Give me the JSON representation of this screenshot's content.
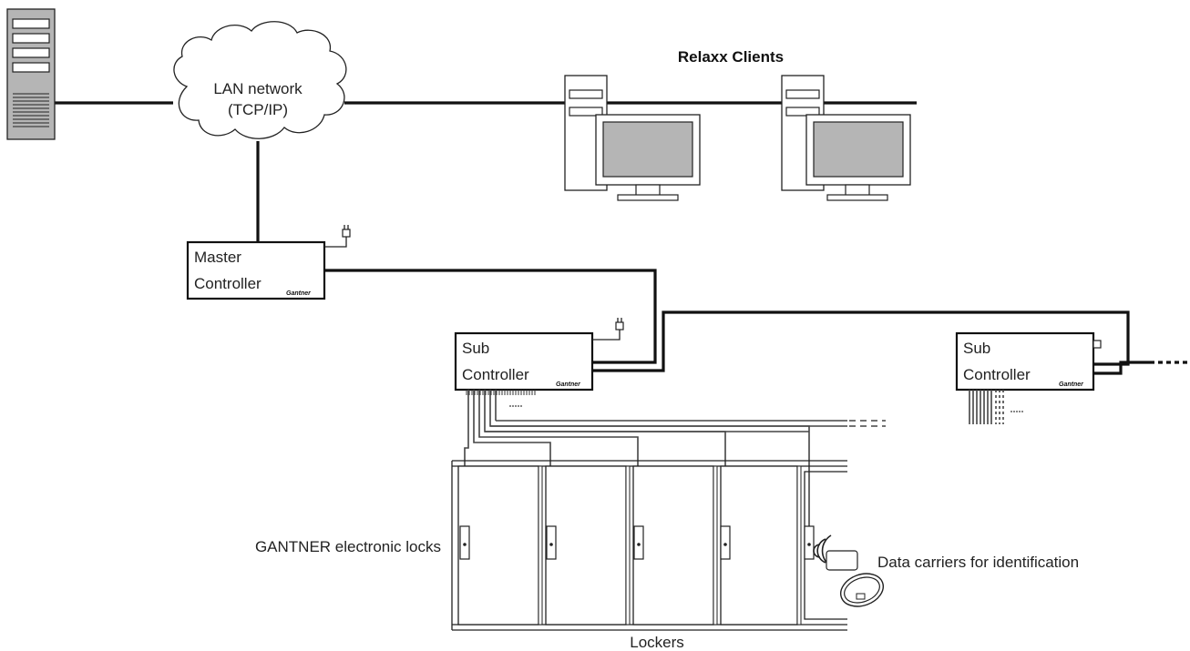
{
  "labels": {
    "lan_line1": "LAN network",
    "lan_line2": "(TCP/IP)",
    "clients": "Relaxx Clients",
    "master_line1": "Master",
    "master_line2": "Controller",
    "sub1_line1": "Sub",
    "sub1_line2": "Controller",
    "sub2_line1": "Sub",
    "sub2_line2": "Controller",
    "brand": "Gantner",
    "locks": "GANTNER electronic locks",
    "carriers": "Data carriers for identification",
    "lockers": "Lockers"
  },
  "icons": {
    "server": "server-tower-icon",
    "client_pc": "desktop-computer-icon",
    "power_plug": "power-plug-icon",
    "lock": "electronic-lock-icon",
    "rfid_wave": "wireless-signal-icon",
    "card": "id-card-icon",
    "wristband": "wristband-icon"
  },
  "colors": {
    "device_fill": "#b5b5b5",
    "line": "#111111",
    "background": "#ffffff"
  }
}
